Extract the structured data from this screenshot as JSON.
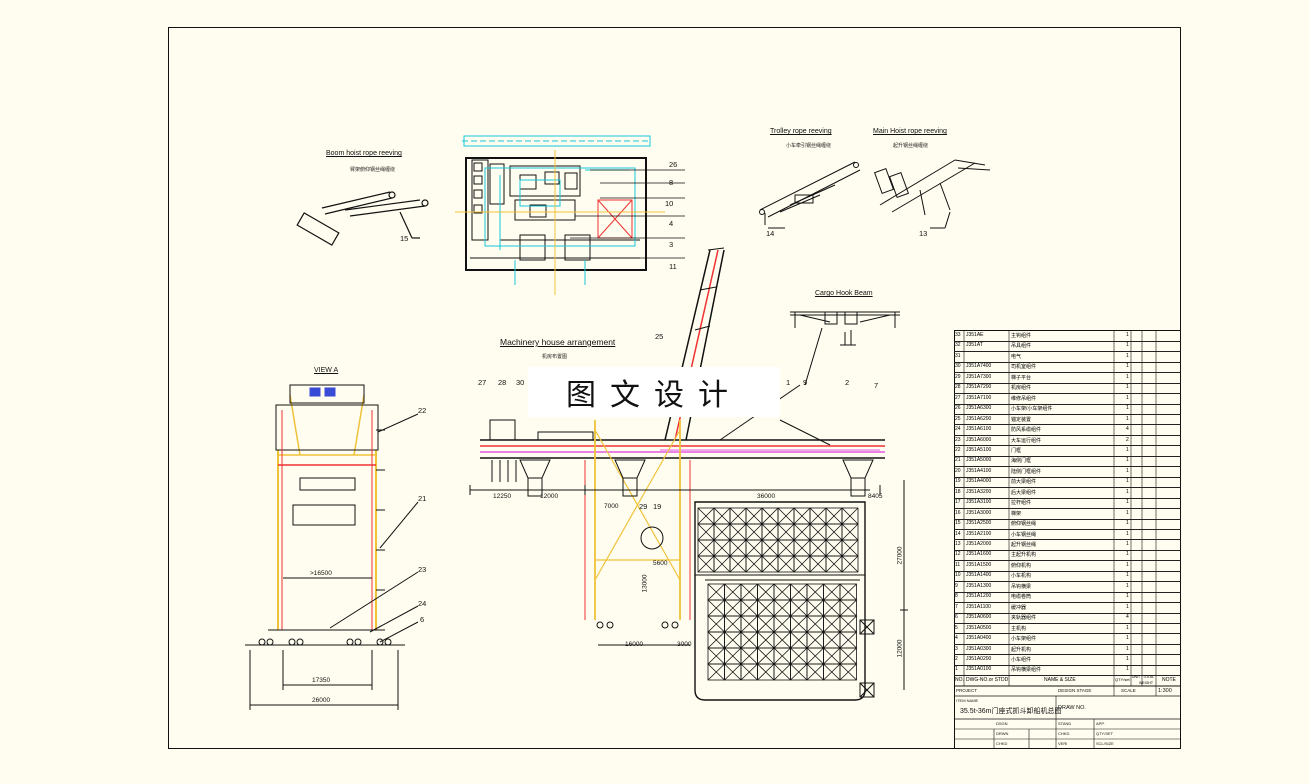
{
  "watermark": "图文设计",
  "views": {
    "boom_hoist": {
      "title": "Boom hoist rope reeving",
      "subtitle": "臂架俯仰钢丝绳缠绕",
      "callout": "15"
    },
    "trolley": {
      "title": "Trolley rope reeving",
      "subtitle": "小车牵引钢丝绳缠绕",
      "callout": "14"
    },
    "main_hoist": {
      "title": "Main Hoist rope reeving",
      "subtitle": "起升钢丝绳缠绕",
      "callout": "13"
    },
    "cargo_hook": {
      "title": "Cargo Hook Beam",
      "callouts": [
        "1",
        "9"
      ]
    },
    "machinery": {
      "title": "Machinery house arrangement",
      "subtitle": "机房布置图",
      "callouts": [
        "26",
        "8",
        "10",
        "4",
        "3",
        "11"
      ]
    },
    "view_a": {
      "title": "VIEW A",
      "callouts": [
        "22",
        "21",
        "23",
        "24",
        "6"
      ],
      "dims": [
        ">16500",
        "17350",
        "26000"
      ]
    },
    "elevation": {
      "callouts": [
        "25",
        "27",
        "28",
        "30",
        "2",
        "7",
        "29",
        "19"
      ],
      "dims": [
        "12250",
        "12000",
        "36000",
        "8405",
        "7000",
        "5600",
        "13000",
        "16000",
        "3000",
        "27000",
        "12000"
      ]
    }
  },
  "bom": {
    "rows": [
      {
        "no": "33",
        "code": "J351AE",
        "name": "主钩组件",
        "qty": "1"
      },
      {
        "no": "32",
        "code": "J351AT",
        "name": "吊具组件",
        "qty": "1"
      },
      {
        "no": "31",
        "code": "",
        "name": "电气",
        "qty": "1"
      },
      {
        "no": "30",
        "code": "J351A7400",
        "name": "司机室组件",
        "qty": "1"
      },
      {
        "no": "29",
        "code": "J351A7300",
        "name": "梯子平台",
        "qty": "1"
      },
      {
        "no": "28",
        "code": "J351A7200",
        "name": "机房组件",
        "qty": "1"
      },
      {
        "no": "27",
        "code": "J351A7100",
        "name": "维修吊组件",
        "qty": "1"
      },
      {
        "no": "26",
        "code": "J351A6300",
        "name": "小车架/小车架组件",
        "qty": "1"
      },
      {
        "no": "25",
        "code": "J351A6200",
        "name": "锚定装置",
        "qty": "1"
      },
      {
        "no": "24",
        "code": "J351A6100",
        "name": "防风系缆组件",
        "qty": "4"
      },
      {
        "no": "23",
        "code": "J351A6000",
        "name": "大车运行组件",
        "qty": "2"
      },
      {
        "no": "22",
        "code": "J351A5100",
        "name": "门框",
        "qty": "1"
      },
      {
        "no": "21",
        "code": "J351A5000",
        "name": "海侧门框",
        "qty": "1"
      },
      {
        "no": "20",
        "code": "J351A4100",
        "name": "陆侧门框组件",
        "qty": "1"
      },
      {
        "no": "19",
        "code": "J351A4000",
        "name": "前大梁组件",
        "qty": "1"
      },
      {
        "no": "18",
        "code": "J351A3200",
        "name": "后大梁组件",
        "qty": "1"
      },
      {
        "no": "17",
        "code": "J351A3100",
        "name": "拉杆组件",
        "qty": "1"
      },
      {
        "no": "16",
        "code": "J351A3000",
        "name": "梯架",
        "qty": "1"
      },
      {
        "no": "15",
        "code": "J351A2500",
        "name": "俯仰钢丝绳",
        "qty": "1"
      },
      {
        "no": "14",
        "code": "J351A2100",
        "name": "小车钢丝绳",
        "qty": "1"
      },
      {
        "no": "13",
        "code": "J351A2000",
        "name": "起升钢丝绳",
        "qty": "1"
      },
      {
        "no": "12",
        "code": "J351A1600",
        "name": "主起升机构",
        "qty": "1"
      },
      {
        "no": "11",
        "code": "J351A1500",
        "name": "俯仰机构",
        "qty": "1"
      },
      {
        "no": "10",
        "code": "J351A1400",
        "name": "小车机构",
        "qty": "1"
      },
      {
        "no": "9",
        "code": "J351A1300",
        "name": "吊钩横梁",
        "qty": "1"
      },
      {
        "no": "8",
        "code": "J351A1200",
        "name": "电缆卷筒",
        "qty": "1"
      },
      {
        "no": "7",
        "code": "J351A1100",
        "name": "缓冲器",
        "qty": "1"
      },
      {
        "no": "6",
        "code": "J351A0600",
        "name": "夹轨器组件",
        "qty": "4"
      },
      {
        "no": "5",
        "code": "J351A0500",
        "name": "主机构",
        "qty": "1"
      },
      {
        "no": "4",
        "code": "J351A0400",
        "name": "小车架组件",
        "qty": "1"
      },
      {
        "no": "3",
        "code": "J351A0300",
        "name": "起升机构",
        "qty": "1"
      },
      {
        "no": "2",
        "code": "J351A0200",
        "name": "小车组件",
        "qty": "1"
      },
      {
        "no": "1",
        "code": "J351A0100",
        "name": "吊钩横梁组件",
        "qty": "1"
      }
    ],
    "header": {
      "no": "NO.",
      "code": "DWG-NO.or STDD",
      "name": "NAME & SIZE",
      "qty": "QTY/set",
      "unit_w": "UNIT",
      "total_w": "TOTAL",
      "weight": "WEIGHT",
      "note": "NOTE"
    }
  },
  "title_block": {
    "project_label": "PROJECT",
    "design_stage_label": "DESIGN STAGE",
    "scale_label": "SCALE",
    "scale_value": "1:300",
    "item_name_label": "ITEM NAME",
    "item_name_value": "35.5t-36m门座式抓斗卸船机总图",
    "drawing_no_label": "DRAW NO.",
    "rows": [
      [
        "DSGN",
        "STAND",
        "APP."
      ],
      [
        "DRWN",
        "CHKD",
        "QTY/SET"
      ],
      [
        "CHKD",
        "VERI",
        "SCL/SIZE"
      ]
    ]
  }
}
